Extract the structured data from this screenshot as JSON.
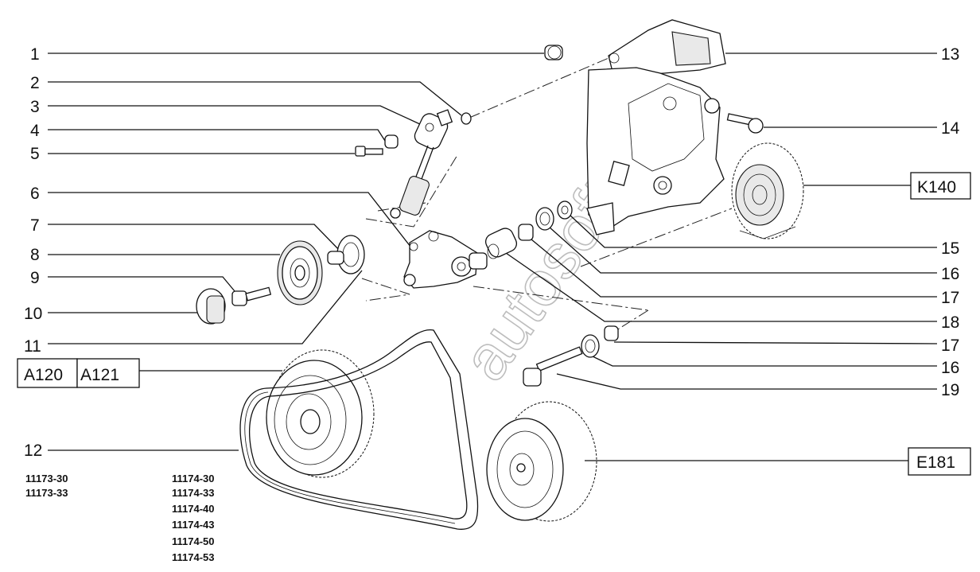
{
  "callouts": {
    "left": [
      "1",
      "2",
      "3",
      "4",
      "5",
      "6",
      "7",
      "8",
      "9",
      "10",
      "11",
      "12"
    ],
    "right": [
      "13",
      "14",
      "15",
      "16",
      "17",
      "18",
      "17",
      "16",
      "19"
    ]
  },
  "boxed_refs": {
    "a120": "A120",
    "a121": "A121",
    "k140": "K140",
    "e181": "E181"
  },
  "model_codes": {
    "col1": [
      "11173-30",
      "11173-33"
    ],
    "col2": [
      "11174-30",
      "11174-33",
      "11174-40",
      "11174-43",
      "11174-50",
      "11174-53"
    ]
  },
  "watermark": "autosoft"
}
